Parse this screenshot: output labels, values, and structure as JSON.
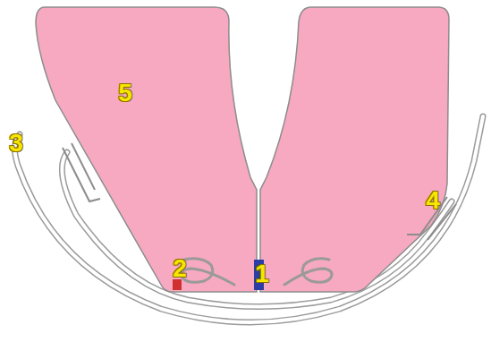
{
  "diagram": {
    "labels": [
      "5",
      "3",
      "4",
      "2",
      "1"
    ]
  }
}
